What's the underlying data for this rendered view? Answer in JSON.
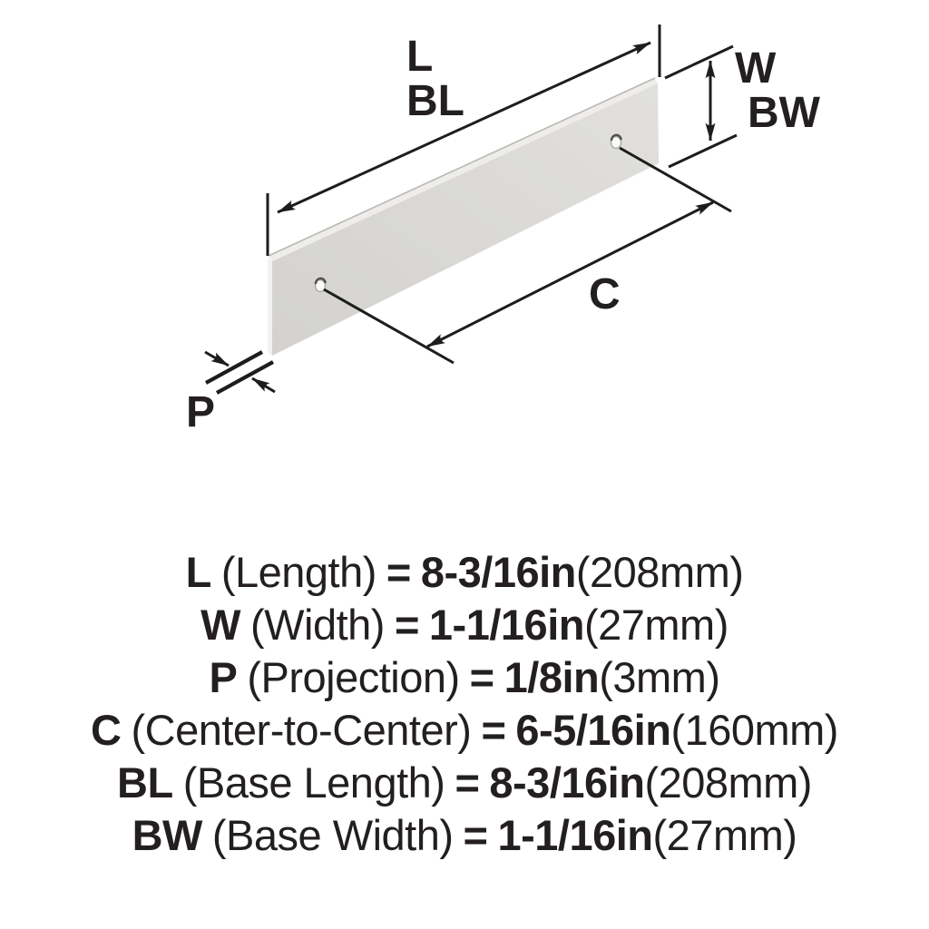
{
  "diagram": {
    "labels": {
      "length": "L",
      "base_length": "BL",
      "width": "W",
      "base_width": "BW",
      "center_to_center": "C",
      "projection": "P"
    },
    "colors": {
      "line": "#1d1d1b",
      "text": "#231f20",
      "plate_face_light": "#e1e0dd",
      "plate_face_dark": "#d3d2cf",
      "plate_top_edge": "#eeede9",
      "plate_ridge": "#b9b8b5",
      "hole_fill": "#fafaf8",
      "hole_rim": "#a9a8a5",
      "hole_shadow": "#55524e",
      "background": "#ffffff"
    }
  },
  "specs": [
    {
      "code": "L",
      "name": "(Length)",
      "eq": "=",
      "value": "8-3/16in",
      "metric": "(208mm)"
    },
    {
      "code": "W",
      "name": "(Width)",
      "eq": "=",
      "value": "1-1/16in",
      "metric": "(27mm)"
    },
    {
      "code": "P",
      "name": "(Projection)",
      "eq": "=",
      "value": "1/8in",
      "metric": "(3mm)"
    },
    {
      "code": "C",
      "name": "(Center-to-Center)",
      "eq": "=",
      "value": "6-5/16in",
      "metric": "(160mm)"
    },
    {
      "code": "BL",
      "name": "(Base Length)",
      "eq": "=",
      "value": "8-3/16in",
      "metric": "(208mm)"
    },
    {
      "code": "BW",
      "name": "(Base Width)",
      "eq": "=",
      "value": "1-1/16in",
      "metric": "(27mm)"
    }
  ]
}
